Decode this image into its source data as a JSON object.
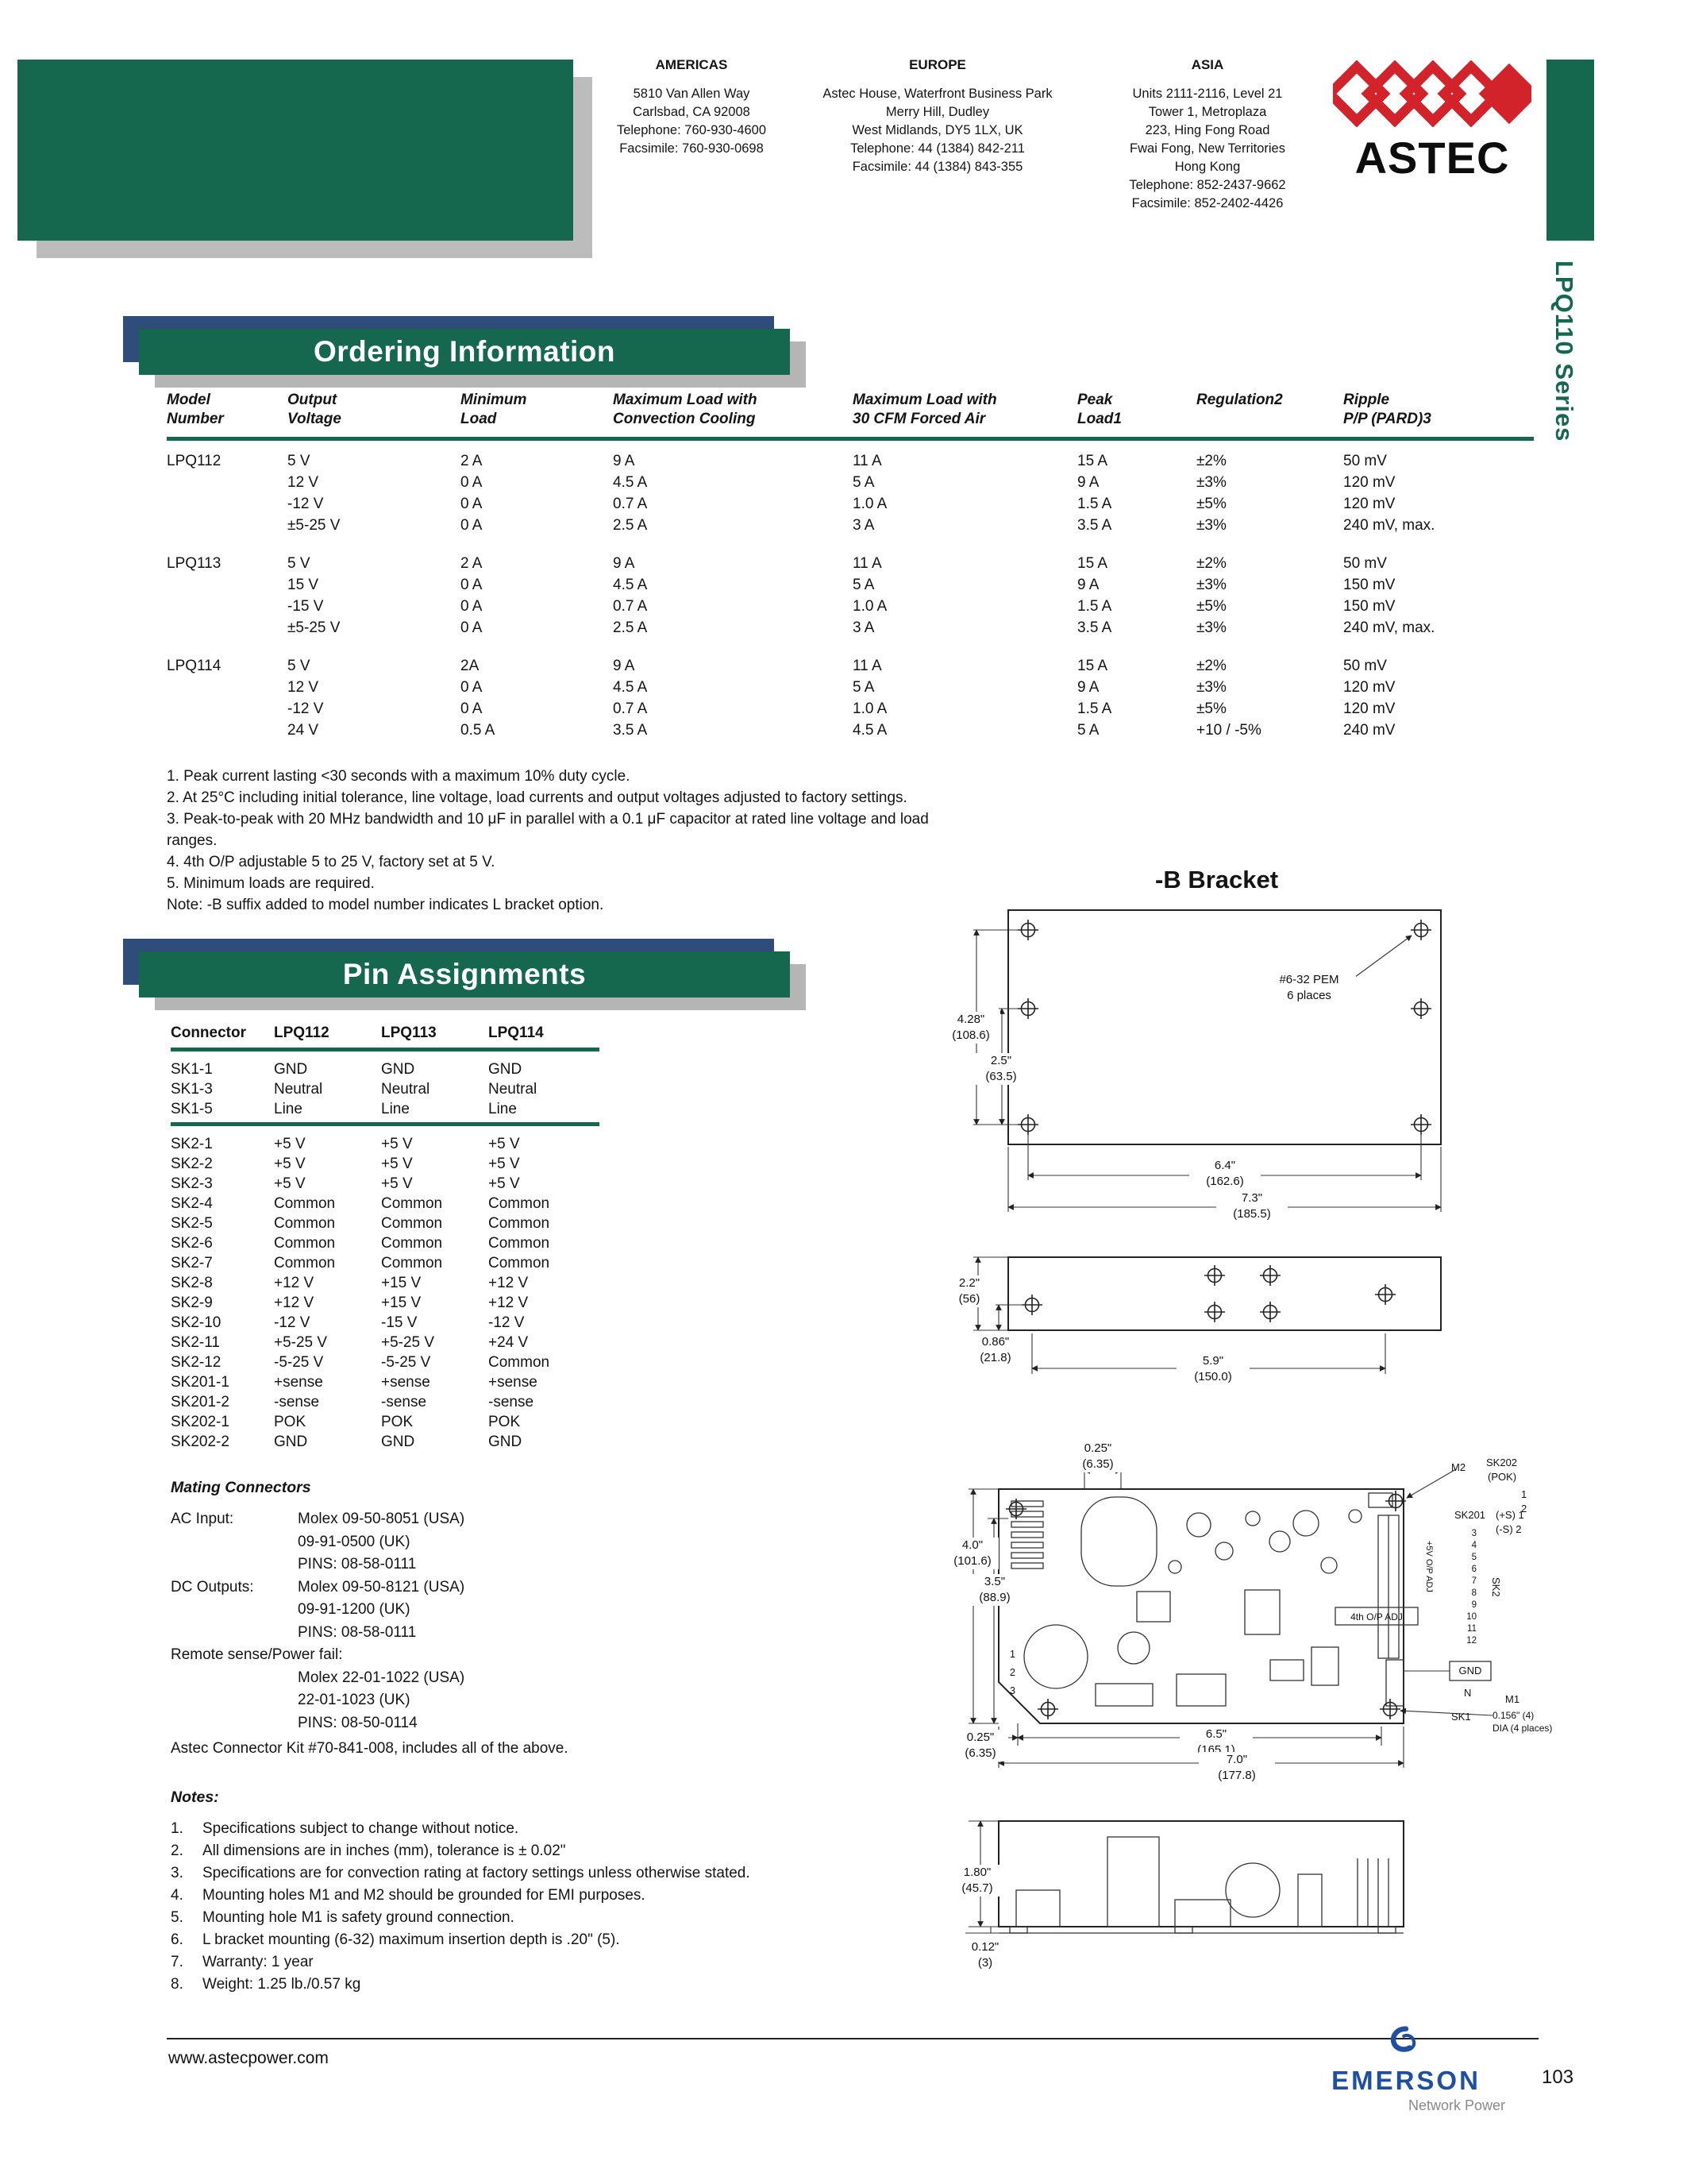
{
  "page": {
    "series_vertical": "LPQ110 Series",
    "website": "www.astecpower.com",
    "page_number": "103"
  },
  "header": {
    "brand": "ASTEC",
    "offices": [
      {
        "title": "AMERICAS",
        "lines": [
          "5810 Van Allen Way",
          "Carlsbad, CA 92008",
          "Telephone: 760-930-4600",
          "Facsimile: 760-930-0698"
        ]
      },
      {
        "title": "EUROPE",
        "lines": [
          "Astec House, Waterfront Business Park",
          "Merry Hill, Dudley",
          "West Midlands, DY5 1LX, UK",
          "Telephone: 44 (1384) 842-211",
          "Facsimile: 44 (1384) 843-355"
        ]
      },
      {
        "title": "ASIA",
        "lines": [
          "Units 2111-2116, Level 21",
          "Tower 1, Metroplaza",
          "223, Hing Fong Road",
          "Fwai Fong, New Territories",
          "Hong Kong",
          "Telephone: 852-2437-9662",
          "Facsimile: 852-2402-4426"
        ]
      }
    ]
  },
  "ordering": {
    "title": "Ordering Information",
    "columns": [
      "Model\nNumber",
      "Output\nVoltage",
      "Minimum\nLoad",
      "Maximum Load with\nConvection Cooling",
      "Maximum Load with\n30 CFM Forced Air",
      "Peak\nLoad1",
      "Regulation2",
      "Ripple\nP/P (PARD)3"
    ],
    "groups": [
      {
        "model": "LPQ112",
        "rows": [
          [
            "5 V",
            "2 A",
            "9 A",
            "11 A",
            "15 A",
            "±2%",
            "50 mV"
          ],
          [
            "12 V",
            "0 A",
            "4.5 A",
            "5 A",
            "9 A",
            "±3%",
            "120 mV"
          ],
          [
            "-12 V",
            "0 A",
            "0.7 A",
            "1.0 A",
            "1.5 A",
            "±5%",
            "120 mV"
          ],
          [
            "±5-25 V",
            "0 A",
            "2.5 A",
            "3 A",
            "3.5 A",
            "±3%",
            "240 mV, max."
          ]
        ]
      },
      {
        "model": "LPQ113",
        "rows": [
          [
            "5 V",
            "2 A",
            "9 A",
            "11 A",
            "15 A",
            "±2%",
            "50 mV"
          ],
          [
            "15 V",
            "0 A",
            "4.5 A",
            "5 A",
            "9 A",
            "±3%",
            "150 mV"
          ],
          [
            "-15 V",
            "0 A",
            "0.7 A",
            "1.0 A",
            "1.5 A",
            "±5%",
            "150 mV"
          ],
          [
            "±5-25 V",
            "0 A",
            "2.5 A",
            "3 A",
            "3.5 A",
            "±3%",
            "240 mV, max."
          ]
        ]
      },
      {
        "model": "LPQ114",
        "rows": [
          [
            "5 V",
            "2A",
            "9 A",
            "11 A",
            "15 A",
            "±2%",
            "50 mV"
          ],
          [
            "12 V",
            "0 A",
            "4.5 A",
            "5 A",
            "9 A",
            "±3%",
            "120 mV"
          ],
          [
            "-12 V",
            "0 A",
            "0.7 A",
            "1.0 A",
            "1.5 A",
            "±5%",
            "120 mV"
          ],
          [
            "24 V",
            "0.5 A",
            "3.5 A",
            "4.5 A",
            "5 A",
            "+10 / -5%",
            "240 mV"
          ]
        ]
      }
    ]
  },
  "footnotes": [
    "1.  Peak current lasting <30 seconds with a maximum 10% duty cycle.",
    "2.  At 25°C including initial tolerance, line voltage, load currents and output voltages adjusted to factory settings.",
    "3.  Peak-to-peak with 20 MHz bandwidth and 10 μF in parallel with a 0.1 μF capacitor at rated line voltage and load ranges.",
    "4.  4th O/P adjustable 5 to 25 V, factory set at 5 V.",
    "5.  Minimum loads are required."
  ],
  "note": "Note:  -B suffix added to model number indicates L bracket option.",
  "bracket_title": "-B Bracket",
  "pins": {
    "title": "Pin Assignments",
    "columns": [
      "Connector",
      "LPQ112",
      "LPQ113",
      "LPQ114"
    ],
    "group1": [
      [
        "SK1-1",
        "GND",
        "GND",
        "GND"
      ],
      [
        "SK1-3",
        "Neutral",
        "Neutral",
        "Neutral"
      ],
      [
        "SK1-5",
        "Line",
        "Line",
        "Line"
      ]
    ],
    "group2": [
      [
        "SK2-1",
        "+5 V",
        "+5 V",
        "+5 V"
      ],
      [
        "SK2-2",
        "+5 V",
        "+5 V",
        "+5 V"
      ],
      [
        "SK2-3",
        "+5 V",
        "+5 V",
        "+5 V"
      ],
      [
        "SK2-4",
        "Common",
        "Common",
        "Common"
      ],
      [
        "SK2-5",
        "Common",
        "Common",
        "Common"
      ],
      [
        "SK2-6",
        "Common",
        "Common",
        "Common"
      ],
      [
        "SK2-7",
        "Common",
        "Common",
        "Common"
      ],
      [
        "SK2-8",
        "+12 V",
        "+15 V",
        "+12 V"
      ],
      [
        "SK2-9",
        "+12 V",
        "+15 V",
        "+12 V"
      ],
      [
        "SK2-10",
        "-12 V",
        "-15 V",
        "-12 V"
      ],
      [
        "SK2-11",
        "+5-25 V",
        "+5-25 V",
        "+24 V"
      ],
      [
        "SK2-12",
        "-5-25 V",
        "-5-25 V",
        "Common"
      ],
      [
        "SK201-1",
        "+sense",
        "+sense",
        "+sense"
      ],
      [
        "SK201-2",
        "-sense",
        "-sense",
        "-sense"
      ],
      [
        "SK202-1",
        "POK",
        "POK",
        "POK"
      ],
      [
        "SK202-2",
        "GND",
        "GND",
        "GND"
      ]
    ]
  },
  "mating": {
    "heading": "Mating Connectors",
    "rows": [
      {
        "label": "AC Input:",
        "value": "Molex 09-50-8051 (USA)"
      },
      {
        "label": "",
        "value": "09-91-0500 (UK)"
      },
      {
        "label": "",
        "value": "PINS: 08-58-0111"
      },
      {
        "label": "DC Outputs:",
        "value": "Molex 09-50-8121 (USA)"
      },
      {
        "label": "",
        "value": "09-91-1200 (UK)"
      },
      {
        "label": "",
        "value": "PINS: 08-58-0111"
      },
      {
        "label": "Remote sense/Power fail:",
        "value": ""
      },
      {
        "label": "",
        "value": "Molex 22-01-1022 (USA)"
      },
      {
        "label": "",
        "value": "22-01-1023 (UK)"
      },
      {
        "label": "",
        "value": "PINS: 08-50-0114"
      }
    ],
    "kit": "Astec Connector Kit #70-841-008, includes all of the above."
  },
  "notes": {
    "heading": "Notes:",
    "items": [
      {
        "n": "1.",
        "t": "Specifications subject to change without notice."
      },
      {
        "n": "2.",
        "t": "All dimensions are in inches (mm), tolerance is ± 0.02\""
      },
      {
        "n": "3.",
        "t": "Specifications are for convection rating at factory settings unless otherwise stated."
      },
      {
        "n": "4.",
        "t": "Mounting holes M1 and M2 should be grounded for EMI purposes."
      },
      {
        "n": "5.",
        "t": "Mounting hole M1 is safety ground connection."
      },
      {
        "n": "6.",
        "t": "L bracket mounting (6-32) maximum insertion depth is .20\" (5)."
      },
      {
        "n": "7.",
        "t": "Warranty:  1 year"
      },
      {
        "n": "8.",
        "t": "Weight:  1.25 lb./0.57 kg"
      }
    ]
  },
  "drawings": {
    "top_view": {
      "dim_h1": "4.28\"\n(108.6)",
      "dim_h2": "2.5\"\n(63.5)",
      "pem_note": "#6-32 PEM\n6 places",
      "dim_w1": "6.4\"\n(162.6)",
      "dim_w2": "7.3\"\n(185.5)"
    },
    "side_view": {
      "dim_h1": "2.2\"\n(56)",
      "dim_h2": "0.86\"\n(21.8)",
      "dim_w1": "5.9\"\n(150.0)"
    },
    "pcb_view": {
      "dim_t1": "0.25\"\n(6.35)",
      "dim_h1": "4.0\"\n(101.6)",
      "dim_h2": "3.5\"\n(88.9)",
      "dim_b0": "0.25\"\n(6.35)",
      "dim_w1": "6.5\"\n(165.1)",
      "dim_w2": "7.0\"\n(177.8)",
      "m2_label": "M2",
      "sk202_label": "SK202",
      "sk202_sub": "(POK)",
      "sk202_pin1": "1",
      "sk202_pin2": "2",
      "sk201_label": "SK201",
      "sk201_pin1": "(+S) 1",
      "sk201_pin2": "(-S) 2",
      "sk2_label": "SK2",
      "sk2_pins": [
        "3",
        "4",
        "5",
        "6",
        "7",
        "8",
        "9",
        "10",
        "11",
        "12"
      ],
      "adj4_label": "4th O/P ADJ",
      "adj5_label": "+5V O/P ADJ",
      "gnd_label": "GND",
      "n_label": "N",
      "sk1_label": "SK1",
      "m1_label": "M1",
      "m1_note": "0.156\" (4)\nDIA (4 places)",
      "ac_pins": [
        "1",
        "2",
        "3"
      ]
    },
    "profile_view": {
      "dim_h1": "1.80\"\n(45.7)",
      "dim_b1": "0.12\"\n(3)"
    }
  },
  "footer": {
    "emerson": "EMERSON",
    "tagline": "Network Power"
  }
}
